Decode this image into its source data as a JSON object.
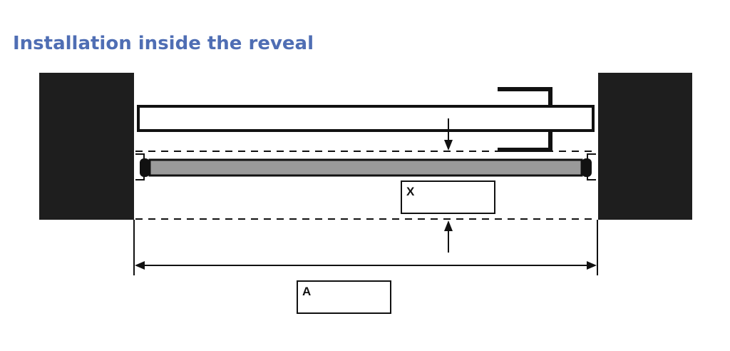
{
  "title": "Installation inside the reveal",
  "labels": {
    "x": "X",
    "a": "A"
  },
  "colors": {
    "title": "#4f6eb4",
    "wall": "#1e1e1e",
    "rail_fill": "#9a9a9a",
    "line": "#111111"
  }
}
